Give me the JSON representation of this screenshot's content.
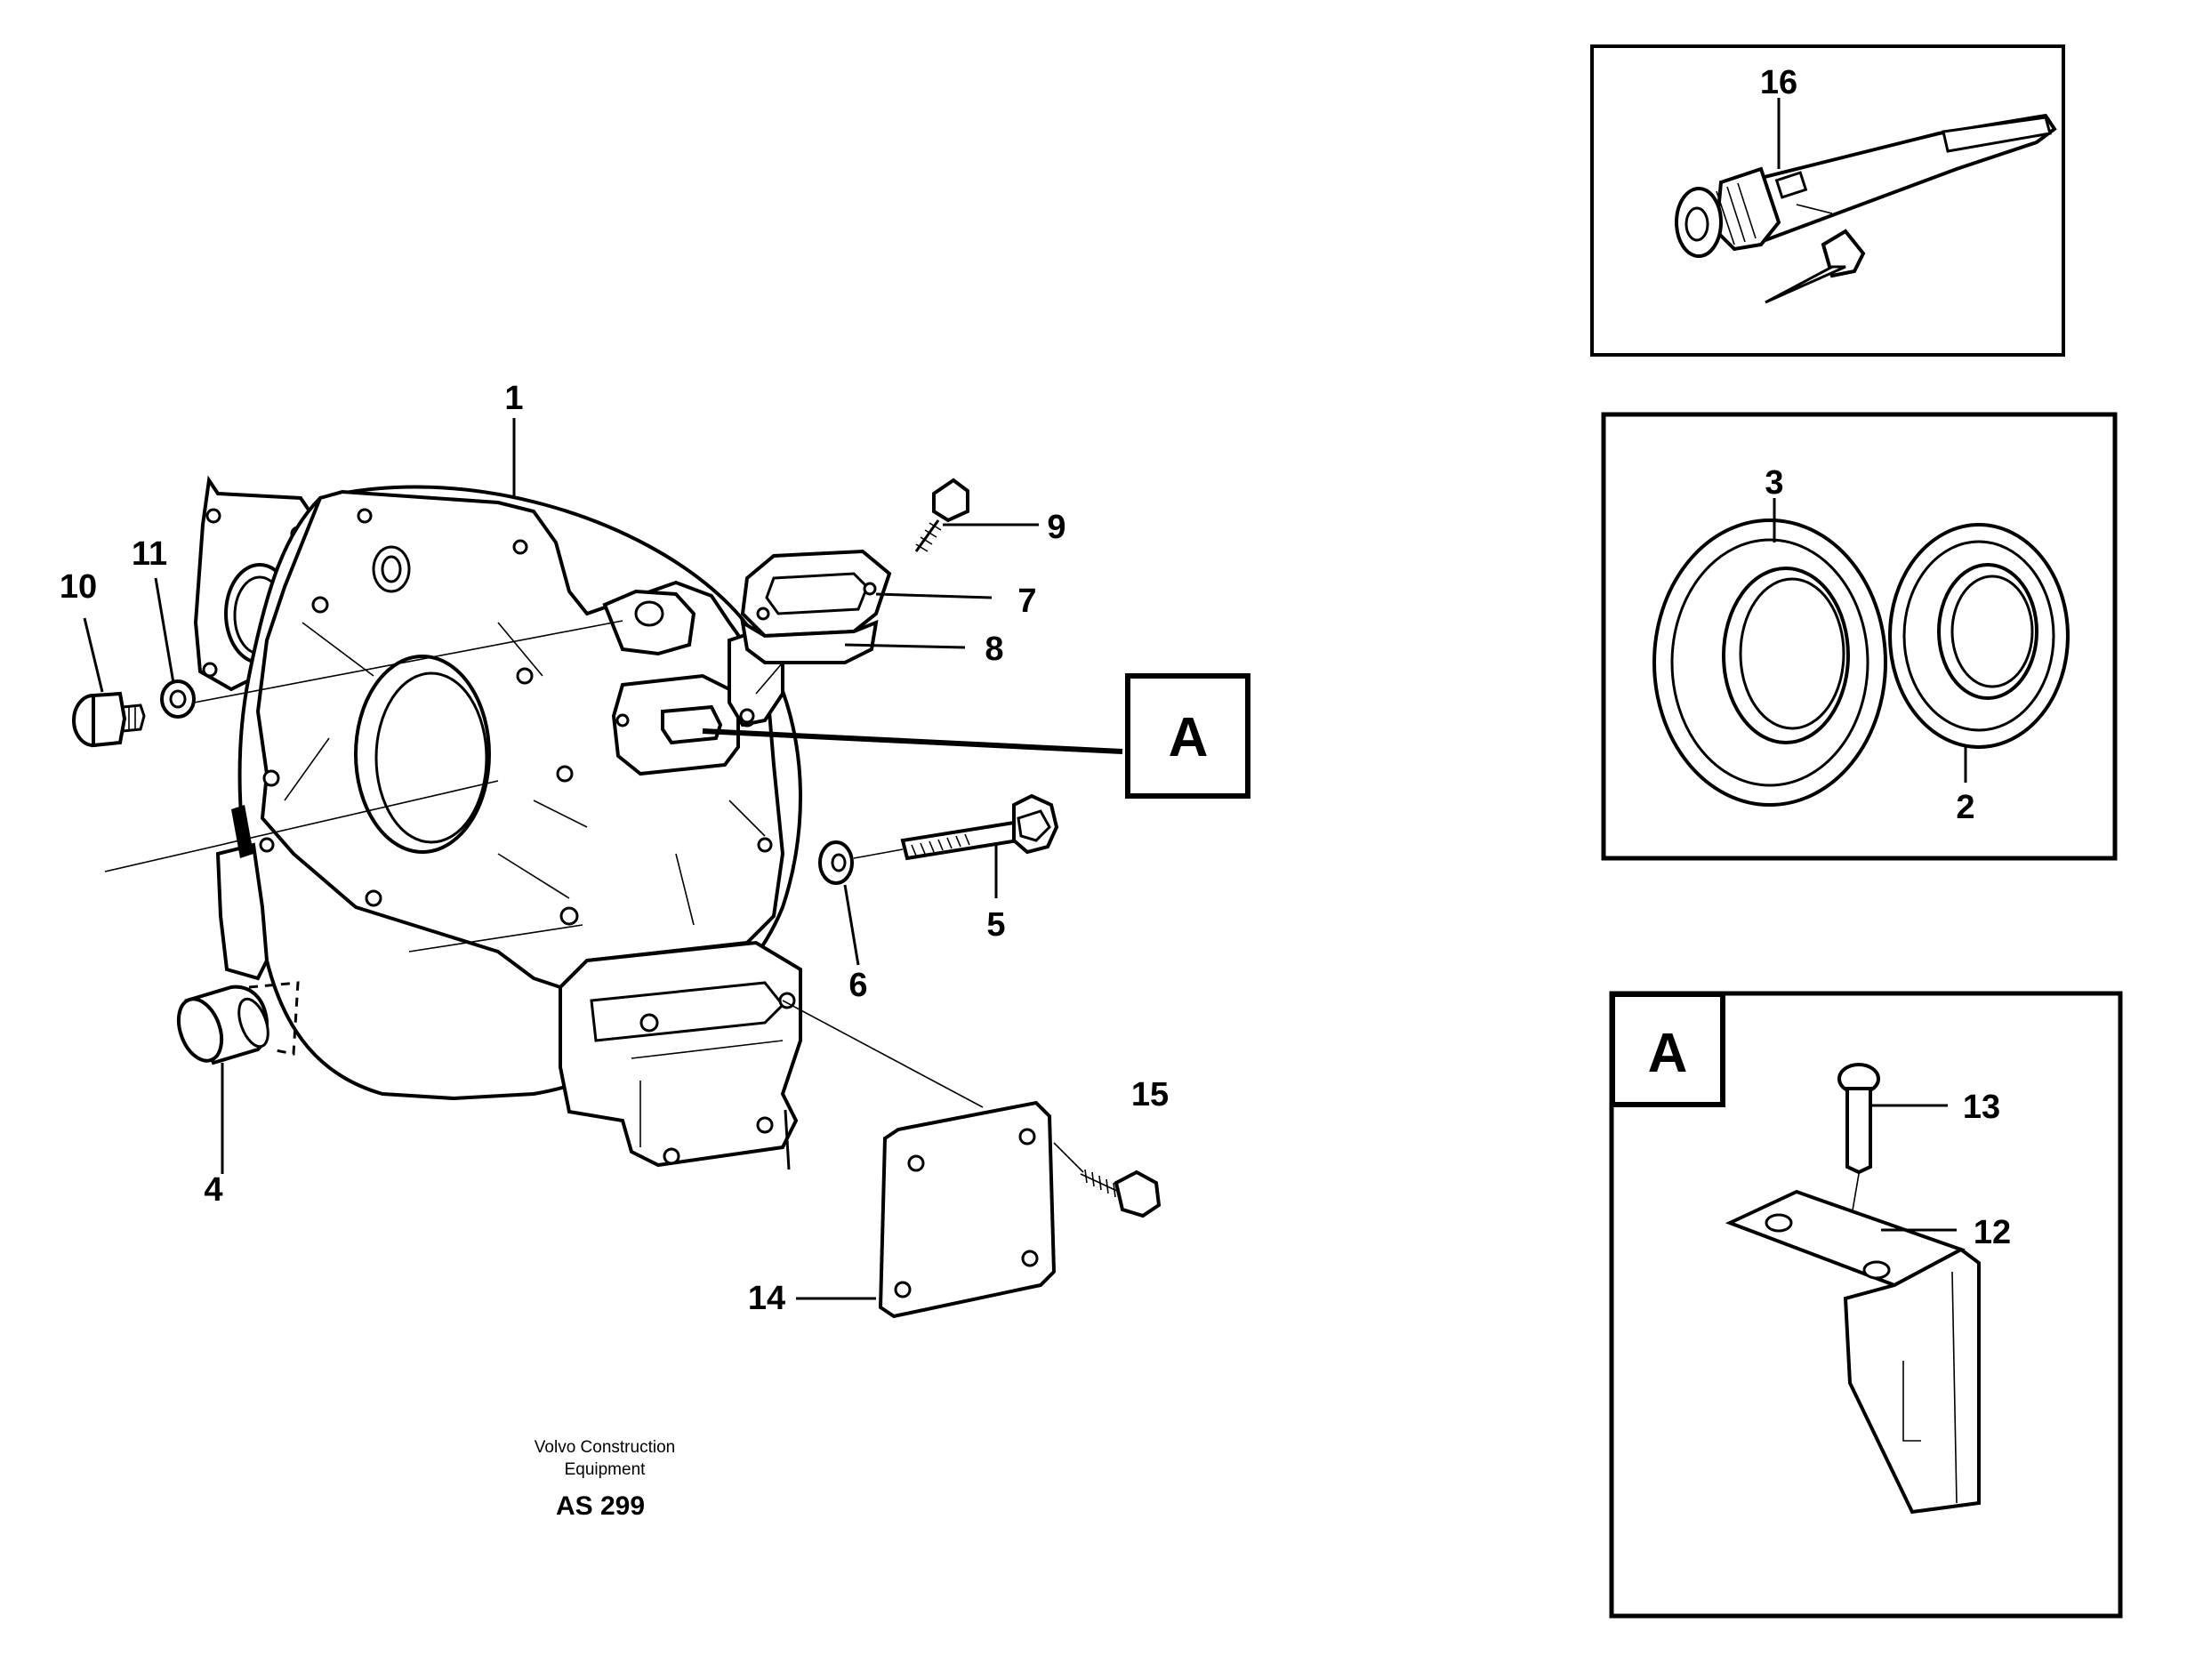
{
  "callouts": {
    "n1": "1",
    "n2": "2",
    "n3": "3",
    "n4": "4",
    "n5": "5",
    "n6": "6",
    "n7": "7",
    "n8": "8",
    "n9": "9",
    "n10": "10",
    "n11": "11",
    "n12": "12",
    "n13": "13",
    "n14": "14",
    "n15": "15",
    "n16": "16"
  },
  "detail_ref": {
    "letter": "A"
  },
  "caption": {
    "line1": "Volvo Construction",
    "line2": "Equipment",
    "code": "AS 299"
  }
}
